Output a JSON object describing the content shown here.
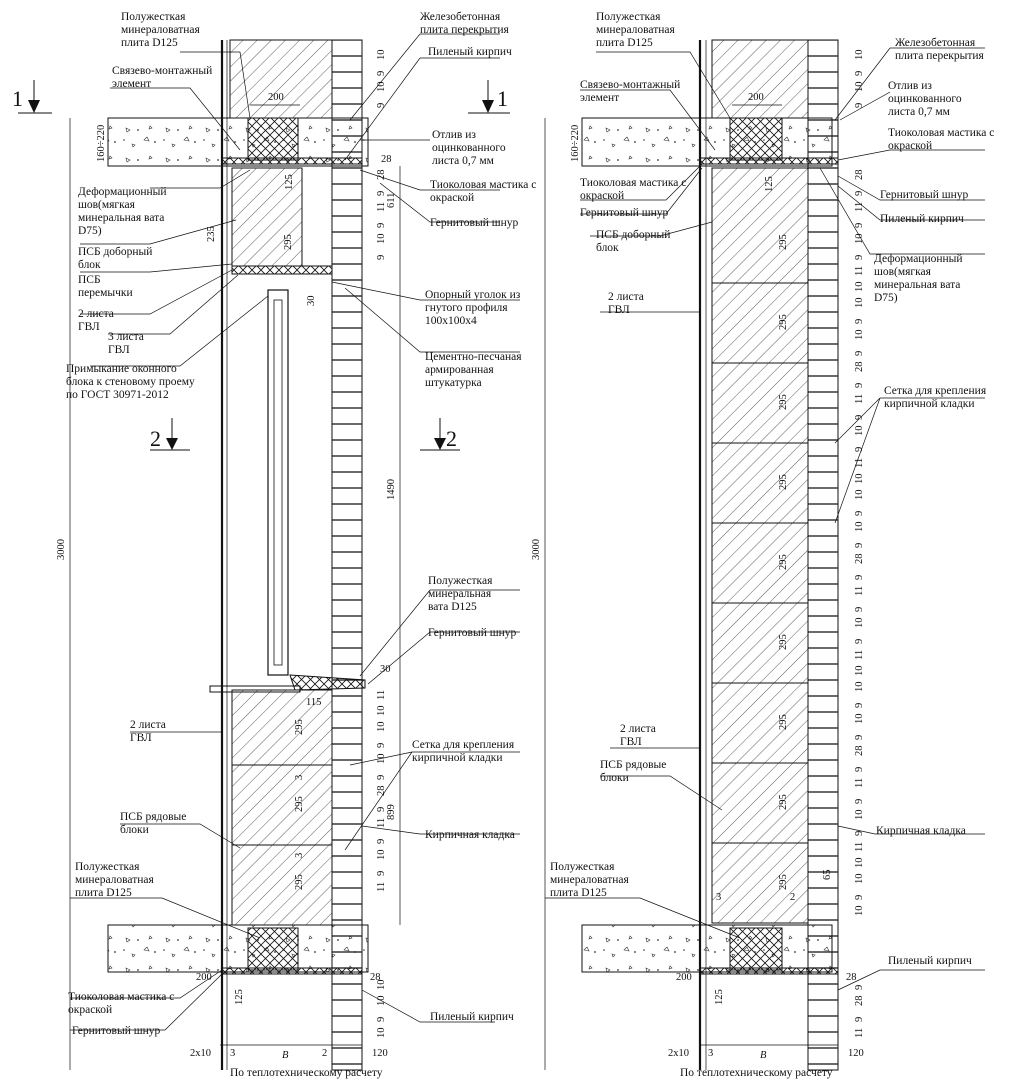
{
  "left": {
    "labels": {
      "mineral_plate_top": [
        "Полужесткая",
        "минераловатная",
        "плита D125"
      ],
      "slab": [
        "Железобетонная",
        "плита перекрытия"
      ],
      "sawn_brick_top": [
        "Пиленый кирпич"
      ],
      "tie_element": [
        "Связево-монтажный",
        "элемент"
      ],
      "flashing": [
        "Отлив из",
        "оцинкованного",
        "листа 0,7 мм"
      ],
      "mastic_top": [
        "Тиоколовая мастика с",
        "окраской"
      ],
      "deform_joint": [
        "Деформационный",
        "шов(мягкая",
        "минеральная вата",
        "D75)"
      ],
      "gernit_top": [
        "Гернитовый шнур"
      ],
      "psb_extra": [
        "ПСБ доборный",
        "блок"
      ],
      "psb_lintel": [
        "ПСБ",
        "перемычки"
      ],
      "gvl2_top": [
        "2 листа",
        "ГВЛ"
      ],
      "gvl3": [
        "3 листа",
        "ГВЛ"
      ],
      "window_junction": [
        "Примыкание оконного",
        "блока к стеновому проему",
        "по ГОСТ 30971-2012"
      ],
      "angle": [
        "Опорный уголок из",
        "гнутого профиля",
        "100x100x4"
      ],
      "plaster": [
        "Цементно-песчаная",
        "армированная",
        "штукатурка"
      ],
      "mineral_wool_sill": [
        "Полужесткая",
        "минеральная",
        "вата D125"
      ],
      "gernit_sill": [
        "Гернитовый шнур"
      ],
      "gvl2_low": [
        "2 листа",
        "ГВЛ"
      ],
      "mesh": [
        "Сетка для крепления",
        "кирпичной кладки"
      ],
      "psb_row": [
        "ПСБ рядовые",
        "блоки"
      ],
      "brickwork": [
        "Кирпичная кладка"
      ],
      "mineral_plate_bot": [
        "Полужесткая",
        "минераловатная",
        "плита D125"
      ],
      "mastic_bot": [
        "Тиоколовая мастика с",
        "окраской"
      ],
      "gernit_bot": [
        "Гернитовый шнур"
      ],
      "sawn_brick_bot": [
        "Пиленый кирпич"
      ]
    },
    "dims": {
      "d3000": "3000",
      "d1490": "1490",
      "d899": "899",
      "d200_top": "200",
      "d160": "160÷220",
      "d125": "125",
      "d235": "235",
      "d295_top": "295",
      "d30_top": "30",
      "d30_sill": "30",
      "d115": "115",
      "d28_top": "28",
      "d611": "611",
      "d295": "295",
      "d3": "3",
      "d200_bot": "200",
      "d125_bot": "125",
      "d28_bot": "28",
      "d2x10": "2x10",
      "d3_bot": "3",
      "dB": "В",
      "d2": "2",
      "d120": "120"
    },
    "sections": {
      "s1_left": "1",
      "s1_right": "1",
      "s2_left": "2",
      "s2_right": "2"
    },
    "bottom_note": "По теплотехническому расчету"
  },
  "right": {
    "labels": {
      "mineral_plate_top": [
        "Полужесткая",
        "минераловатная",
        "плита D125"
      ],
      "slab": [
        "Железобетонная",
        "плита перекрытия"
      ],
      "tie_element": [
        "Связево-монтажный",
        "элемент"
      ],
      "flashing": [
        "Отлив из",
        "оцинкованного",
        "листа 0,7 мм"
      ],
      "mastic_top": [
        "Тиоколовая мастика с",
        "окраской"
      ],
      "mastic_left": [
        "Тиоколовая мастика с",
        "окраской"
      ],
      "gernit_left": [
        "Гернитовый шнур"
      ],
      "gernit_right": [
        "Гернитовый шнур"
      ],
      "psb_extra": [
        "ПСБ доборный",
        "блок"
      ],
      "sawn_brick_top": [
        "Пиленый кирпич"
      ],
      "deform_joint": [
        "Деформационный",
        "шов(мягкая",
        "минеральная вата",
        "D75)"
      ],
      "gvl2_top": [
        "2 листа",
        "ГВЛ"
      ],
      "mesh": [
        "Сетка для крепления",
        "кирпичной кладки"
      ],
      "gvl2_low": [
        "2 листа",
        "ГВЛ"
      ],
      "psb_row": [
        "ПСБ рядовые",
        "блоки"
      ],
      "brickwork": [
        "Кирпичная кладка"
      ],
      "mineral_plate_bot": [
        "Полужесткая",
        "минераловатная",
        "плита D125"
      ],
      "sawn_brick_bot": [
        "Пиленый кирпич"
      ]
    },
    "dims": {
      "d3000": "3000",
      "d200_top": "200",
      "d160": "160÷220",
      "d125": "125",
      "d295": "295",
      "d3": "3",
      "d65": "65",
      "d2": "2",
      "d200_bot": "200",
      "d125_bot": "125",
      "d28": "28",
      "d2x10": "2x10",
      "d3_bot": "3",
      "dB": "В",
      "d120": "120"
    },
    "bottom_note": "По теплотехническому расчету"
  },
  "tie_numbers": [
    "10",
    "9",
    "10",
    "9",
    "28",
    "9",
    "11",
    "9",
    "10",
    "9",
    "11",
    "10"
  ]
}
